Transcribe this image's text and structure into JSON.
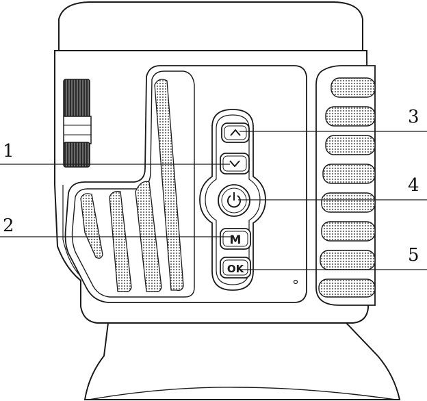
{
  "callouts": [
    {
      "number": "1",
      "target": "down-button"
    },
    {
      "number": "2",
      "target": "mode-button"
    },
    {
      "number": "3",
      "target": "up-button"
    },
    {
      "number": "4",
      "target": "power-button"
    },
    {
      "number": "5",
      "target": "ok-button"
    }
  ],
  "buttons": {
    "mode_label": "M",
    "ok_label": "OK"
  },
  "colors": {
    "outline": "#1a1a1a",
    "fill": "#ffffff",
    "grip": "#bdbdbd"
  }
}
